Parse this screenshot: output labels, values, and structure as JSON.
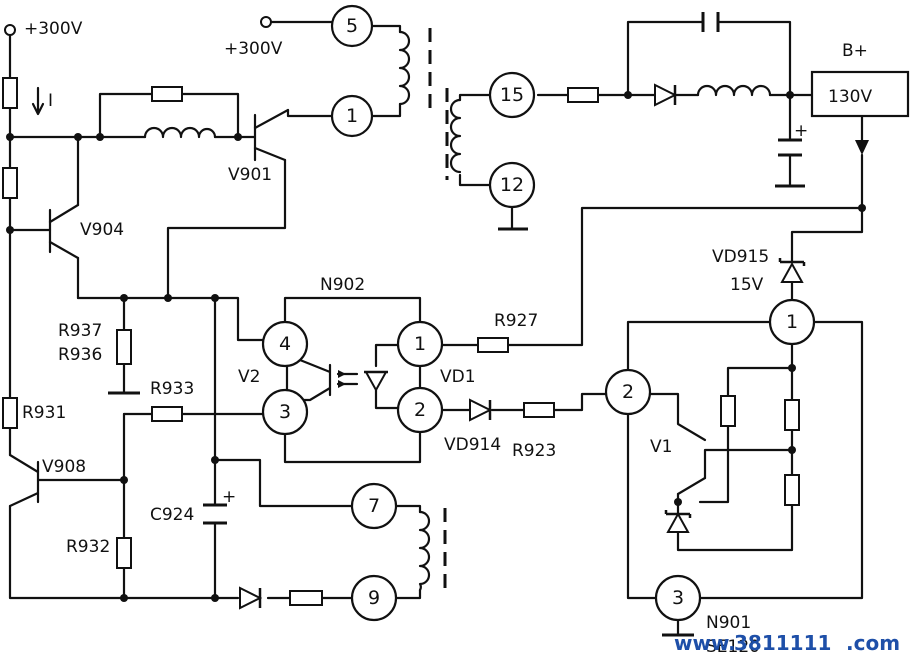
{
  "labels": {
    "supply_left": "+300V",
    "supply_top": "+300V",
    "current": "I",
    "v901": "V901",
    "v904": "V904",
    "n902": "N902",
    "r927": "R927",
    "vd915": "VD915",
    "vd915_v": "15V",
    "bplus": "B+",
    "bplus_value": "130V",
    "r937": "R937",
    "r936": "R936",
    "r933": "R933",
    "v2": "V2",
    "vd1": "VD1",
    "r931": "R931",
    "v908": "V908",
    "vd914": "VD914",
    "r923": "R923",
    "v1": "V1",
    "c924": "C924",
    "r932": "R932",
    "n901": "N901",
    "n901_part": "SE120"
  },
  "pins": {
    "p5": "5",
    "p1_top": "1",
    "p15": "15",
    "p12": "12",
    "p4": "4",
    "p3_opto": "3",
    "p1_opto": "1",
    "p2_opto": "2",
    "p1_n901": "1",
    "p2_n901": "2",
    "p3_n901": "3",
    "p7": "7",
    "p9": "9"
  },
  "watermark": {
    "prefix": "www.",
    "number": "3811111",
    "suffix": ".com"
  }
}
